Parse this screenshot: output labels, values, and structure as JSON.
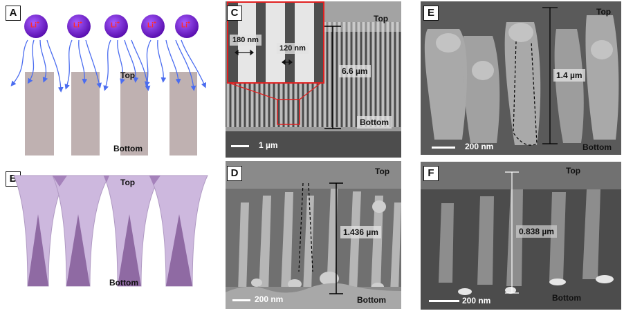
{
  "panels": {
    "A": {
      "letter": "A",
      "ion_label": "Li",
      "ion_charge": "+",
      "top": "Top",
      "bottom": "Bottom"
    },
    "B": {
      "letter": "B",
      "top": "Top",
      "bottom": "Bottom"
    },
    "C": {
      "letter": "C",
      "top": "Top",
      "bottom": "Bottom",
      "height": "6.6 µm",
      "inset_width_1": "180 nm",
      "inset_width_2": "120 nm",
      "scale": "1 µm"
    },
    "D": {
      "letter": "D",
      "top": "Top",
      "bottom": "Bottom",
      "height": "1.436 µm",
      "scale": "200 nm"
    },
    "E": {
      "letter": "E",
      "top": "Top",
      "bottom": "Bottom",
      "height": "1.4 µm",
      "scale": "200 nm"
    },
    "F": {
      "letter": "F",
      "top": "Top",
      "bottom": "Bottom",
      "height": "0.838 µm",
      "scale": "200 nm"
    }
  },
  "colors": {
    "ion_fill": "#7a1fd6",
    "ion_text": "#ff2a2a",
    "arrow": "#4a6cf0",
    "pillar": "#bfb1b1",
    "cone_light": "#cdb8de",
    "cone_dark": "#8f6aa3",
    "sem_bg": "#5f5f5f",
    "inset_frame": "#e02020"
  }
}
